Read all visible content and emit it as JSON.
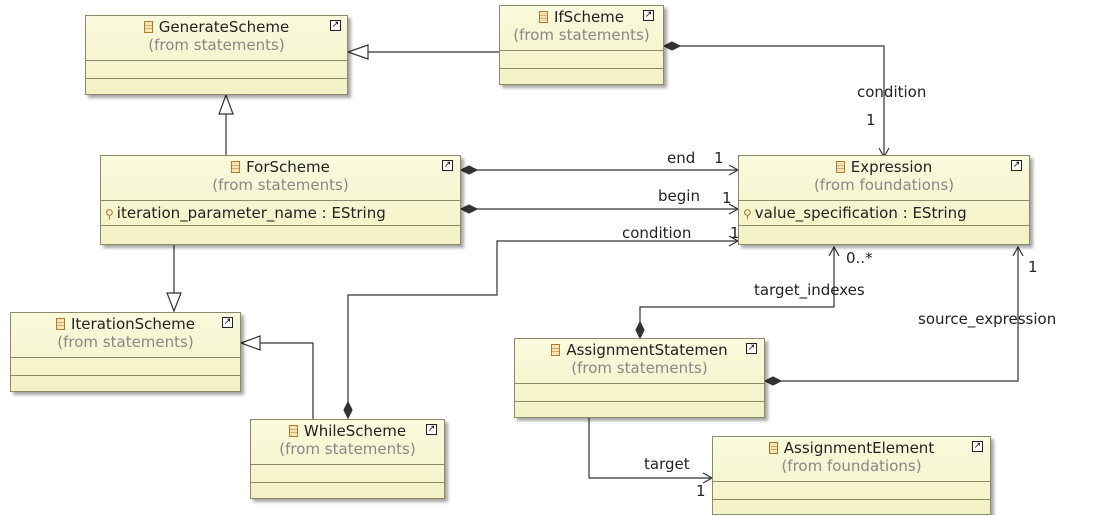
{
  "classes": {
    "generate_scheme": {
      "name": "GenerateScheme",
      "package": "(from statements)"
    },
    "if_scheme": {
      "name": "IfScheme",
      "package": "(from statements)"
    },
    "for_scheme": {
      "name": "ForScheme",
      "package": "(from statements)",
      "attribute": "iteration_parameter_name : EString"
    },
    "expression": {
      "name": "Expression",
      "package": "(from foundations)",
      "attribute": "value_specification : EString"
    },
    "iteration_scheme": {
      "name": "IterationScheme",
      "package": "(from statements)"
    },
    "assignment_statement": {
      "name": "AssignmentStatemen",
      "package": "(from statements)"
    },
    "while_scheme": {
      "name": "WhileScheme",
      "package": "(from statements)"
    },
    "assignment_element": {
      "name": "AssignmentElement",
      "package": "(from foundations)"
    }
  },
  "labels": {
    "if_condition": "condition",
    "if_condition_mult": "1",
    "end": "end",
    "end_mult": "1",
    "begin": "begin",
    "begin_mult": "1",
    "while_condition": "condition",
    "while_condition_mult": "1",
    "target_indexes_mult": "0..*",
    "target_indexes": "target_indexes",
    "source_expression_mult": "1",
    "source_expression": "source_expression",
    "target": "target",
    "target_mult": "1"
  },
  "icons": {
    "class": "class-icon",
    "attribute": "attribute-icon",
    "link": "shortcut-link-icon"
  }
}
